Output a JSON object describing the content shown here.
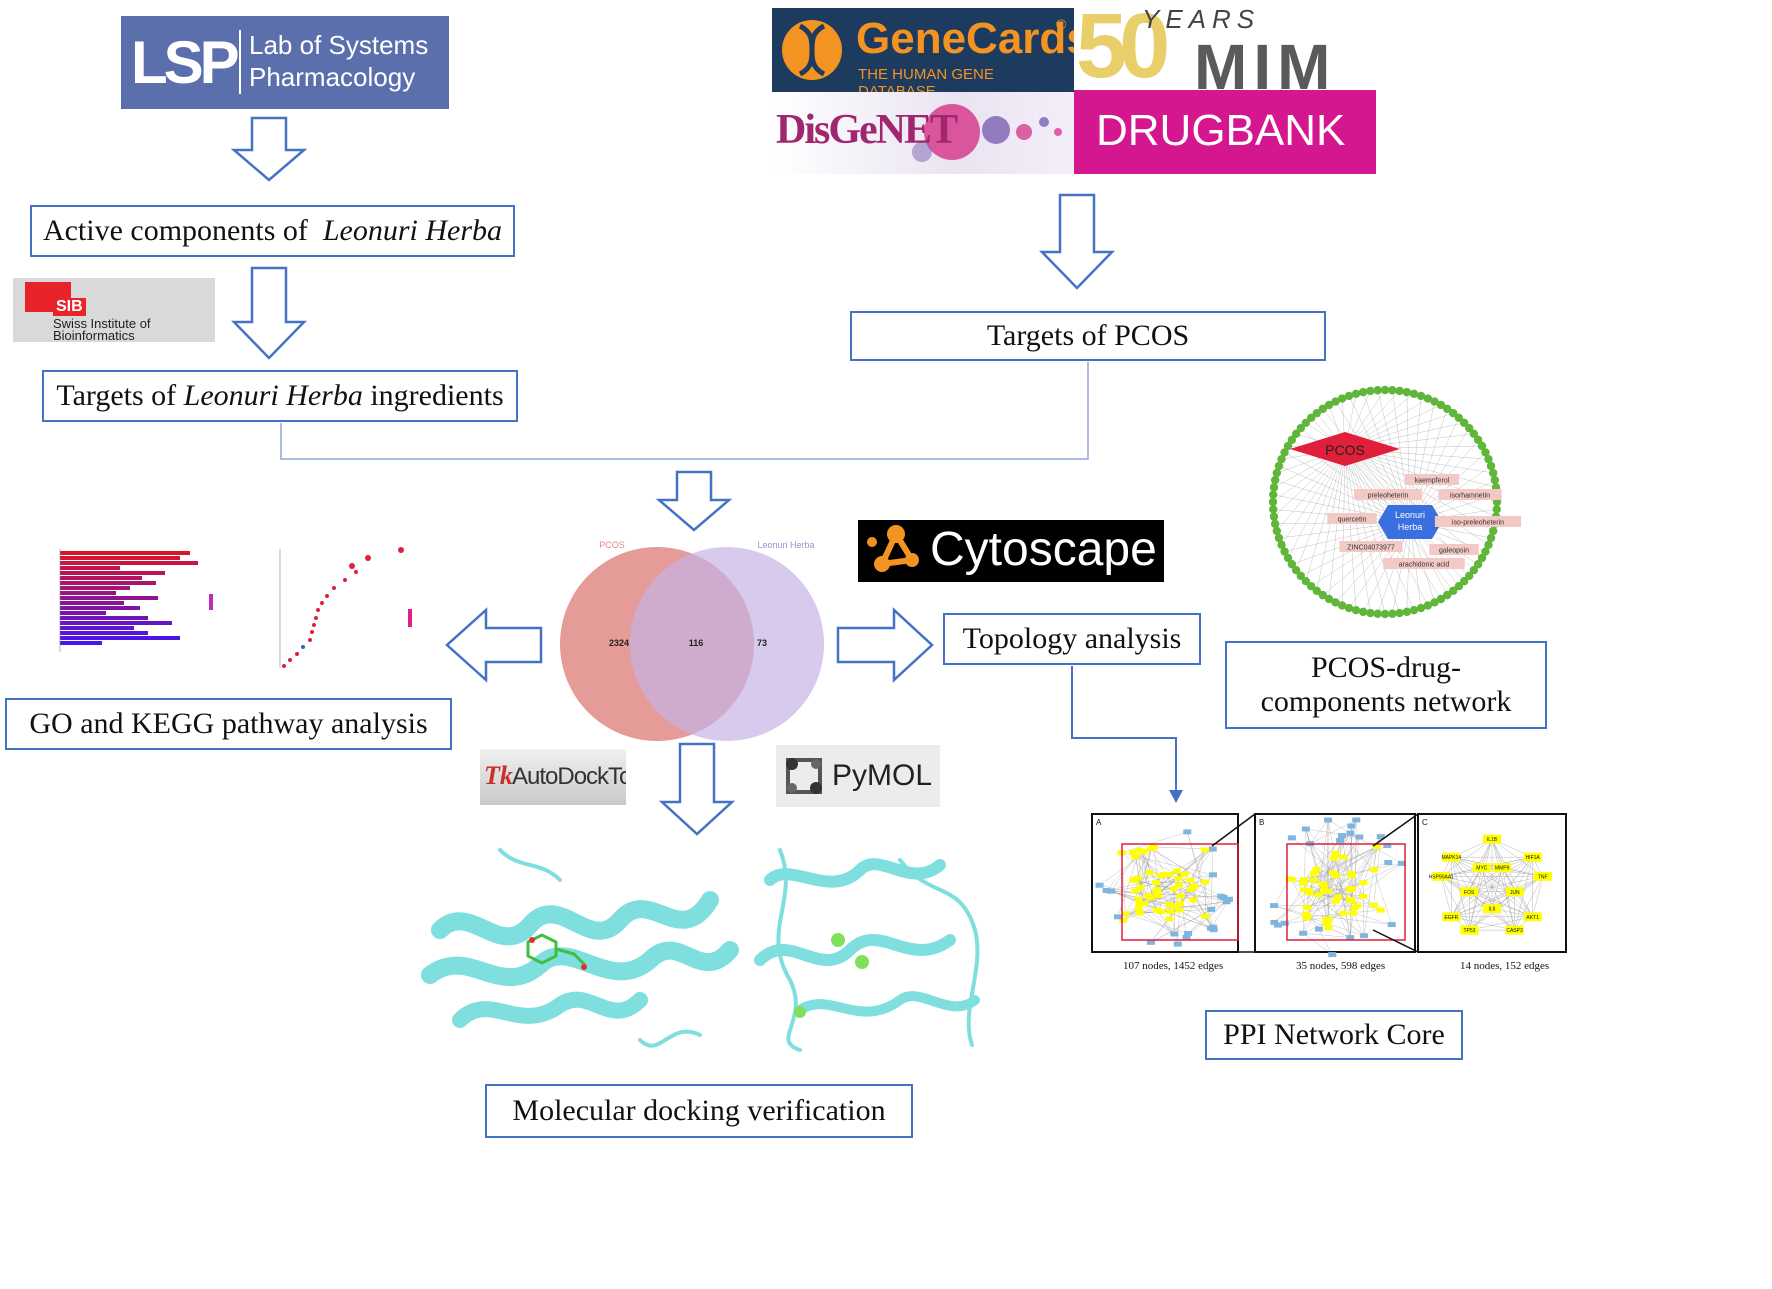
{
  "logos": {
    "lsp_abbr": "LSP",
    "lsp_line1": "Lab of Systems",
    "lsp_line2": "Pharmacology",
    "sib_abbr": "SIB",
    "sib_line1": "Swiss Institute of",
    "sib_line2": "Bioinformatics",
    "genecards_title": "GeneCards",
    "genecards_reg": "®",
    "genecards_sub": "THE HUMAN GENE DATABASE",
    "omim_years": "YEARS",
    "omim_num": "50",
    "omim_name": "MIM",
    "disgenet": "DisGeNET",
    "drugbank": "DRUGBANK",
    "cytoscape": "Cytoscape",
    "autodock": "AutoDockTools",
    "autodock_mark": "Tk",
    "pymol": "PyMOL"
  },
  "boxes": {
    "active_prefix": "Active components of",
    "active_italic": "Leonuri Herba",
    "targets_ingr_prefix": "Targets of",
    "targets_ingr_italic": "Leonuri Herba",
    "targets_ingr_suffix": "ingredients",
    "targets_pcos": "Targets of PCOS",
    "go_kegg": "GO and KEGG pathway analysis",
    "topology": "Topology analysis",
    "network_line1": "PCOS-drug-",
    "network_line2": "components network",
    "ppi_core": "PPI Network Core",
    "docking": "Molecular docking verification"
  },
  "venn": {
    "left_label": "PCOS",
    "right_label": "Leonuri Herba",
    "left_only": "2324",
    "overlap": "116",
    "right_only": "73",
    "left_color": "#e08a86",
    "right_color": "#c6b3e6"
  },
  "network": {
    "center_pcos": "PCOS",
    "center_herb_line1": "Leonuri",
    "center_herb_line2": "Herba",
    "components": [
      "kaempferol",
      "preleoheterin",
      "isorhamnetin",
      "quercetin",
      "iso-preleoheterin",
      "ZINC04073977",
      "galeopsin",
      "arachidonic acid"
    ],
    "node_color": "#5fb63a"
  },
  "ppi": {
    "panels": [
      {
        "label": "A",
        "caption": "107 nodes, 1452 edges"
      },
      {
        "label": "B",
        "caption": "35 nodes, 598 edges"
      },
      {
        "label": "C",
        "caption": "14 nodes, 152 edges"
      }
    ],
    "core_genes": [
      "IL1B",
      "MMP9",
      "HIF1A",
      "TNF",
      "JUN",
      "AKT1",
      "CASP3",
      "IL6",
      "TP53",
      "EGFR",
      "FOS",
      "HSP90AA1",
      "MAPK14",
      "MYC"
    ]
  },
  "colors": {
    "arrow": "#4472c4",
    "box_border": "#4472c4",
    "lsp_bg": "#5b6fad",
    "genecards_bg": "#1d3a5f",
    "genecards_orange": "#f39322",
    "drugbank_bg": "#d4168f",
    "protein": "#7fdede",
    "gene_yellow": "#ffff00"
  }
}
